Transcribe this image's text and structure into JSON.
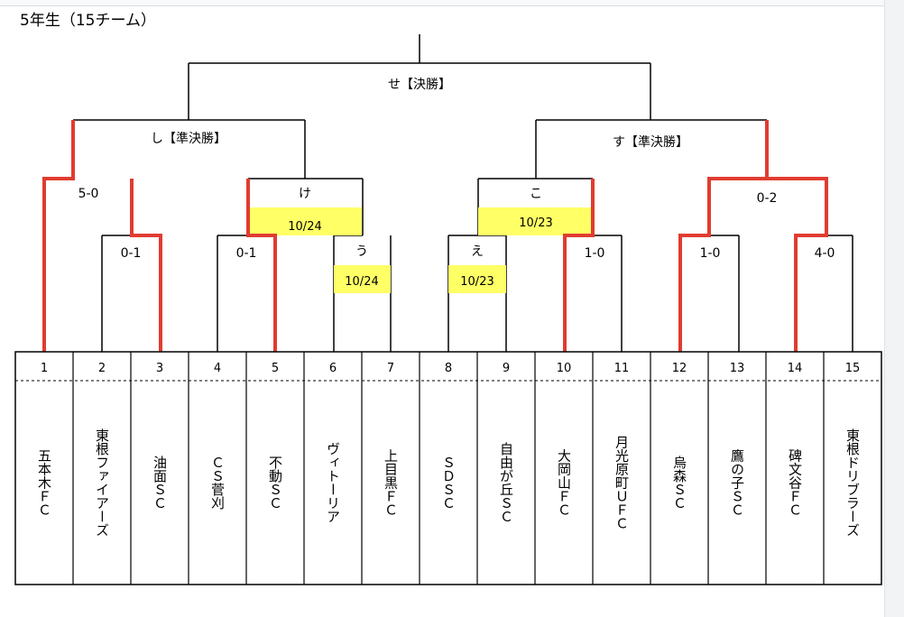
{
  "title": "5年生（15チーム）",
  "colors": {
    "winner_line": "#e03c31",
    "highlight": "#ffff66",
    "line": "#000000"
  },
  "teams": [
    "五本木ＦＣ",
    "東根ファイアーズ",
    "油面ＳＣ",
    "ＣＳ菅刈",
    "不動ＳＣ",
    "ヴィトーリア",
    "上目黒ＦＣ",
    "ＳＤＳＣ",
    "自由が丘ＳＣ",
    "大岡山ＦＣ",
    "月光原町ＵＦＣ",
    "烏森ＳＣ",
    "鷹の子ＳＣ",
    "碑文谷ＦＣ",
    "東根ドリブラーズ"
  ],
  "numbers": [
    "1",
    "2",
    "3",
    "4",
    "5",
    "6",
    "7",
    "8",
    "9",
    "10",
    "11",
    "12",
    "13",
    "14",
    "15"
  ],
  "labels": {
    "final": "せ【決勝】",
    "semi_left": "し【準決勝】",
    "semi_right": "す【準決勝】",
    "qf_ke": "け",
    "qf_ko": "こ",
    "r1_u": "う",
    "r1_e": "え"
  },
  "dates": {
    "ke": "10/24",
    "ko": "10/23",
    "u": "10/24",
    "e": "10/23"
  },
  "scores": {
    "qf_left": "5-0",
    "r1_2_3": "0-1",
    "r1_4_5": "0-1",
    "r1_10_11": "1-0",
    "r1_12_13": "1-0",
    "qf_right": "0-2",
    "r1_14_15": "4-0"
  }
}
